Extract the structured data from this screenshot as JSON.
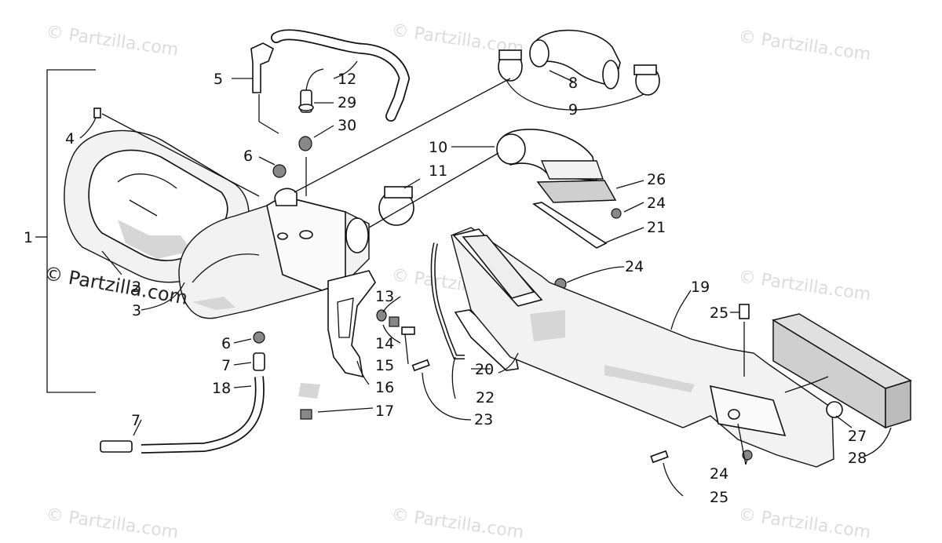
{
  "watermarks": {
    "text": "© Partzilla.com",
    "top_left": "© Partzilla.com",
    "top_center": "© Partzilla.com",
    "top_right": "© Partzilla.com",
    "mid_center": "© Partzilla.com",
    "mid_right": "© Partzilla.com",
    "bottom_left": "© Partzilla.com",
    "bottom_center": "© Partzilla.com",
    "bottom_right": "© Partzilla.com",
    "dark_overlay": "© Partzilla.com"
  },
  "callouts": {
    "c1": "1",
    "c2": "2",
    "c3": "3",
    "c4": "4",
    "c5": "5",
    "c6a": "6",
    "c6b": "6",
    "c7a": "7",
    "c7b": "7",
    "c8": "8",
    "c9": "9",
    "c10": "10",
    "c11": "11",
    "c12": "12",
    "c13": "13",
    "c14": "14",
    "c15": "15",
    "c16": "16",
    "c17": "17",
    "c18": "18",
    "c19": "19",
    "c20": "20",
    "c21": "21",
    "c22": "22",
    "c23": "23",
    "c24a": "24",
    "c24b": "24",
    "c24c": "24",
    "c25a": "25",
    "c25b": "25",
    "c26": "26",
    "c27": "27",
    "c28": "28",
    "c29": "29",
    "c30": "30"
  },
  "colors": {
    "line": "#111111",
    "watermark": "#dcdcdc",
    "background": "#ffffff"
  }
}
